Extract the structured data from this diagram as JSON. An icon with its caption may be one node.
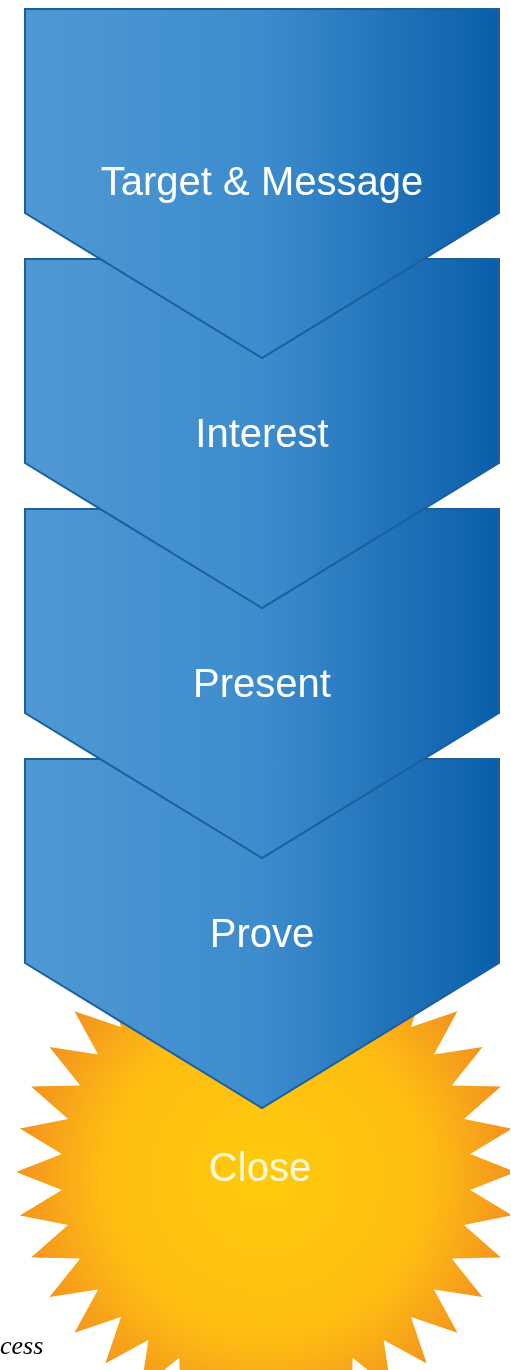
{
  "diagram": {
    "nodes": [
      {
        "text": [
          "Target & Message"
        ]
      },
      {
        "text": [
          "Interest"
        ]
      },
      {
        "text": [
          "Present"
        ]
      },
      {
        "text": [
          "Prove"
        ]
      },
      {
        "text": [
          "Close"
        ]
      }
    ],
    "labels": [
      "cess"
    ]
  }
}
